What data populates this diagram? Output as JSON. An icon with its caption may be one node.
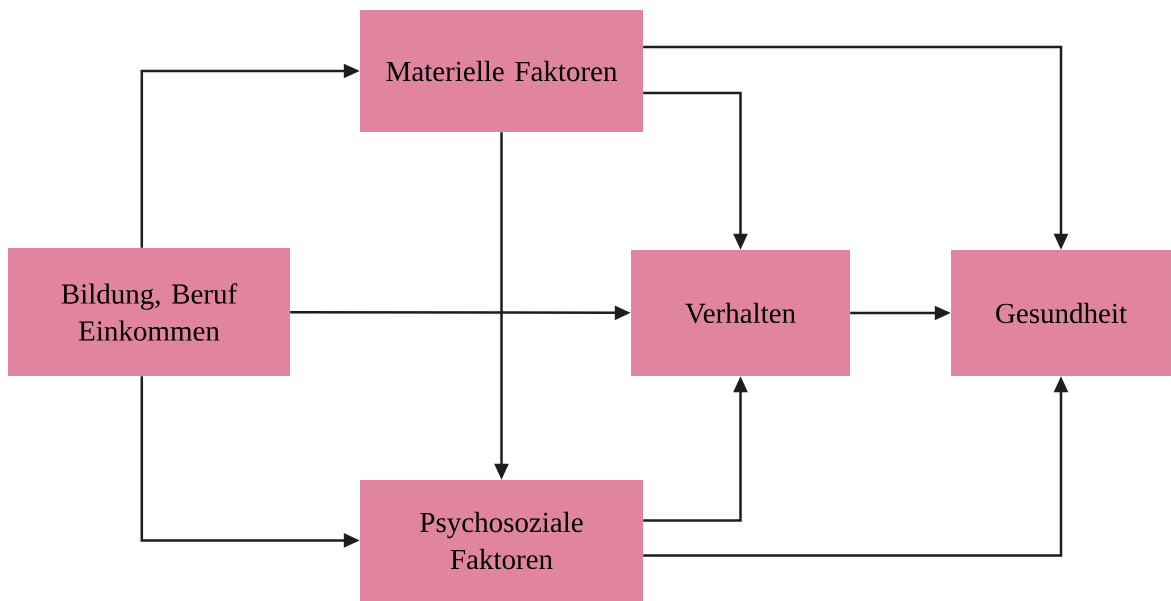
{
  "diagram": {
    "nodes": [
      {
        "text": [
          "Bildung, Beruf Einkommen"
        ]
      },
      {
        "text": [
          "Materielle Faktoren"
        ]
      },
      {
        "text": [
          "Psychosoziale Faktoren"
        ]
      },
      {
        "text": [
          "Verhalten"
        ]
      },
      {
        "text": [
          "Gesundheit"
        ]
      }
    ],
    "edges": [
      {
        "from": 0,
        "to": 1,
        "arrow": "to"
      },
      {
        "from": 0,
        "to": 2,
        "arrow": "to"
      },
      {
        "from": 0,
        "to": 3,
        "arrow": "to"
      },
      {
        "from": 1,
        "to": 2,
        "arrow": "to"
      },
      {
        "from": 1,
        "to": 3,
        "arrow": "to"
      },
      {
        "from": 1,
        "to": 4,
        "arrow": "to"
      },
      {
        "from": 2,
        "to": 3,
        "arrow": "to"
      },
      {
        "from": 2,
        "to": 4,
        "arrow": "to"
      },
      {
        "from": 3,
        "to": 4,
        "arrow": "to"
      }
    ]
  }
}
